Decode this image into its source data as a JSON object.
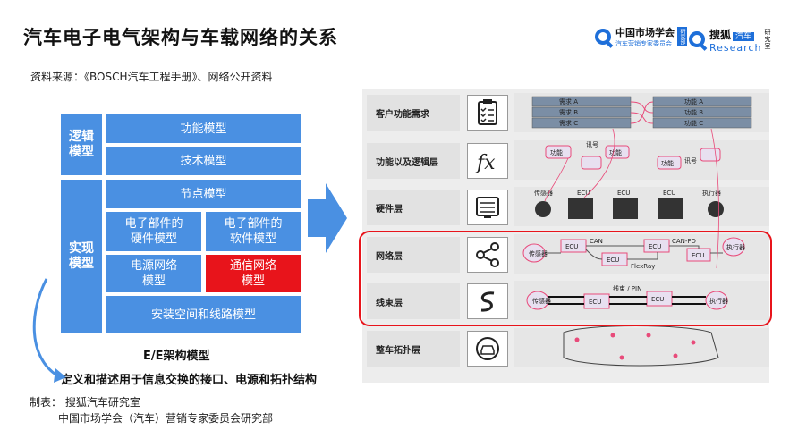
{
  "title": "汽车电子电气架构与车载网络的关系",
  "source": "资料来源：《BOSCH汽车工程手册》、网络公开资料",
  "logos": {
    "cma_name": "中国市场学会",
    "cma_sub": "汽车营销专家委员会",
    "cma_tag": "研究部",
    "sohu_name": "搜狐",
    "sohu_tag": "汽车",
    "sohu_research": "Research",
    "sohu_side": "研究室"
  },
  "left_diagram": {
    "group_logic": "逻辑\n模型",
    "group_impl": "实现\n模型",
    "function_model": "功能模型",
    "tech_model": "技术模型",
    "node_model": "节点模型",
    "hw_model": "电子部件的\n硬件模型",
    "sw_model": "电子部件的\n软件模型",
    "power_model": "电源网络\n模型",
    "comm_model": "通信网络\n模型",
    "install_model": "安装空间和线路模型",
    "ee_label": "E/E架构模型",
    "definition": "定义和描述用于信息交换的接口、电源和拓扑结构"
  },
  "maker": {
    "line1": "制表：  搜狐汽车研究室",
    "line2": "中国市场学会（汽车）营销专家委员会研究部"
  },
  "layers": [
    {
      "label": "客户功能需求",
      "icon": "checklist-icon"
    },
    {
      "label": "功能以及逻辑层",
      "icon": "fx-icon"
    },
    {
      "label": "硬件层",
      "icon": "hardware-icon"
    },
    {
      "label": "网络层",
      "icon": "network-share-icon"
    },
    {
      "label": "线束层",
      "icon": "wire-harness-icon"
    },
    {
      "label": "整车拓扑层",
      "icon": "car-topology-icon"
    }
  ],
  "layer_content": {
    "req_a": "需求 A",
    "req_b": "需求 B",
    "req_c": "需求 C",
    "func_a": "功能 A",
    "func_b": "功能 B",
    "func_c": "功能 C",
    "func": "功能",
    "signal": "讯号",
    "sensor": "传感器",
    "actuator": "执行器",
    "ecu": "ECU",
    "can": "CAN",
    "can_fd": "CAN-FD",
    "flexray": "FlexRay",
    "pin": "线束 / PIN",
    "sensor_node": "传感\n器",
    "actuator_node": "执行\n器"
  },
  "colors": {
    "block_blue": "#4a90e2",
    "highlight_red": "#e8141b",
    "arrow_blue": "#4a90e2"
  }
}
